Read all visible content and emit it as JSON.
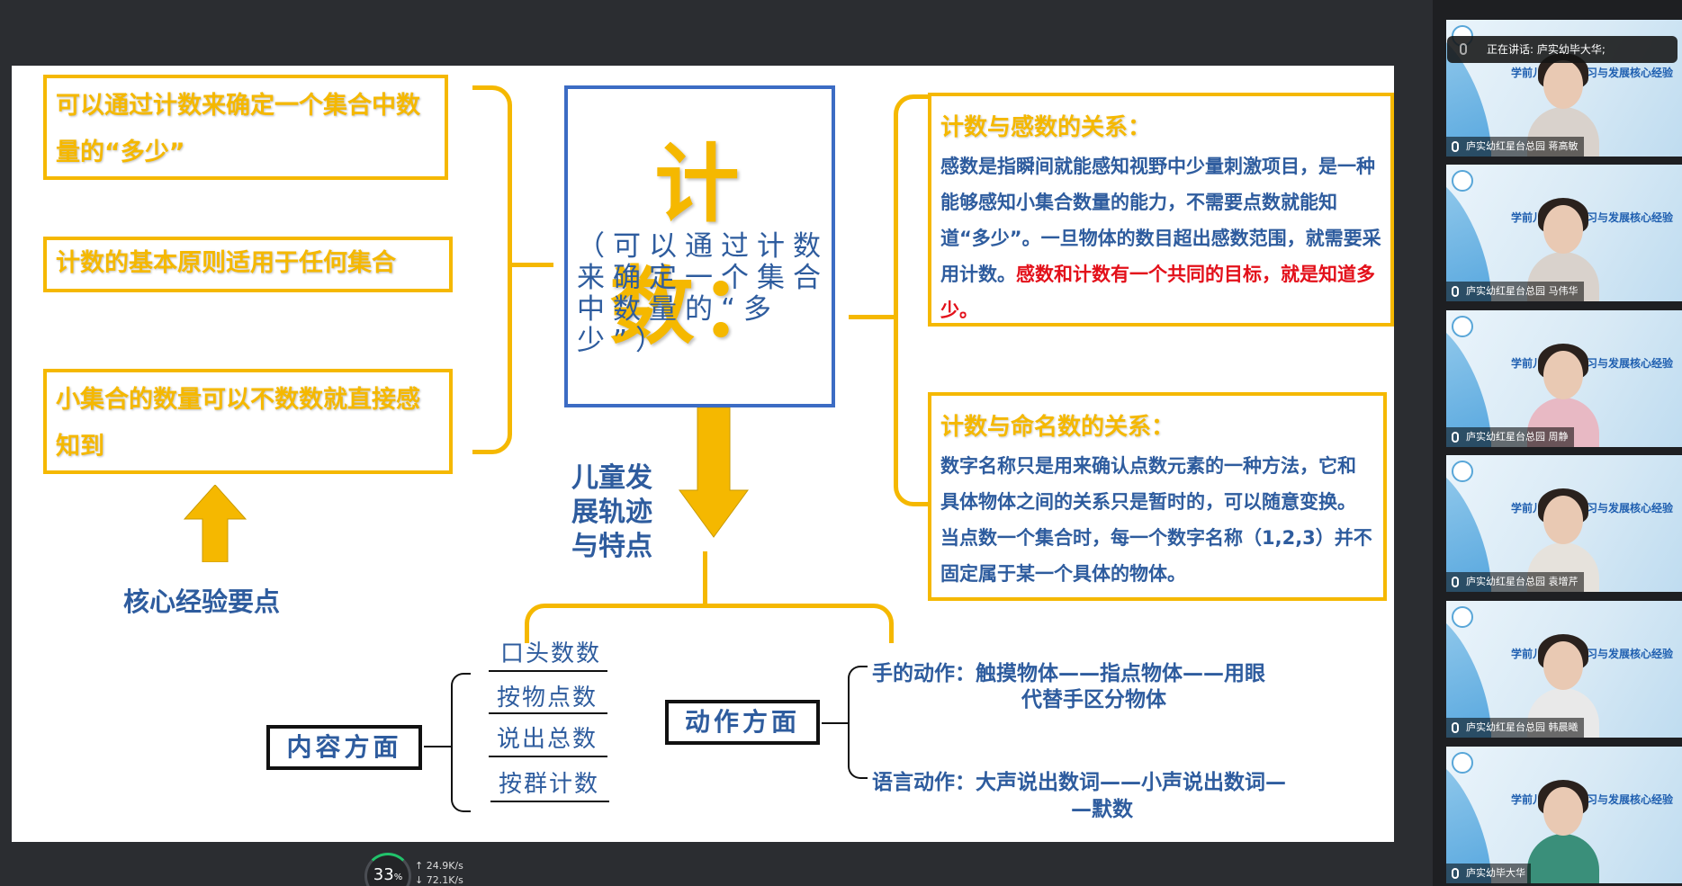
{
  "slide": {
    "left_boxes": [
      {
        "text": "可以通过计数来确定一个集合中数量的“多少”"
      },
      {
        "text": "计数的基本原则适用于任何集合"
      },
      {
        "text": "小集合的数量可以不数数就直接感知到"
      }
    ],
    "core_label": "核心经验要点",
    "center_title": "计数：",
    "center_subtitle": "（可以通过计数来确定一个集合中数量的“多少”）",
    "down_label": "儿童发展轨迹与特点",
    "right_boxes": [
      {
        "title": "计数与感数的关系：",
        "body": "感数是指瞬间就能感知视野中少量刺激项目，是一种能够感知小集合数量的能力，不需要点数就能知道“多少”。一旦物体的数目超出感数范围，就需要采用计数。",
        "highlight": "感数和计数有一个共同的目标，就是知道多少。"
      },
      {
        "title": "计数与命名数的关系：",
        "body": "数字名称只是用来确认点数元素的一种方法，它和具体物体之间的关系只是暂时的，可以随意变换。当点数一个集合时，每一个数字名称（1,2,3）并不固定属于某一个具体的物体。"
      }
    ],
    "content_box": "内容方面",
    "content_items": [
      "口头数数",
      "按物点数",
      "说出总数",
      "按群计数"
    ],
    "action_box": "动作方面",
    "actions": [
      {
        "line1": "手的动作：触摸物体——指点物体——用眼",
        "line2": "代替手区分物体"
      },
      {
        "line1": "语言动作：大声说出数词——小声说出数词—",
        "line2": "—默数"
      }
    ]
  },
  "panel": {
    "speaking": "正在讲话: 庐实幼毕大华;",
    "tiles": [
      {
        "name": "庐实幼红星台总园 蒋高敏",
        "title": "学前儿童数学学习与发展核心经验"
      },
      {
        "name": "庐实幼红星台总园 马伟华",
        "title": "学前儿童数学学习与发展核心经验"
      },
      {
        "name": "庐实幼红星台总园 周静",
        "title": "学前儿童数学学习与发展核心经验"
      },
      {
        "name": "庐实幼红星台总园 袁增芹",
        "title": "学前儿童数学学习与发展核心经验"
      },
      {
        "name": "庐实幼红星台总园 韩晨曦",
        "title": "学前儿童数学学习与发展核心经验"
      },
      {
        "name": "庐实幼毕大华",
        "title": "学前儿童数学学习与发展核心经验"
      }
    ]
  },
  "netstat": {
    "cpu": "33",
    "unit": "%",
    "up": "24.9K/s",
    "down": "72.1K/s"
  },
  "colors": {
    "accent_yellow": "#f5b800",
    "text_blue": "#2e5c9e",
    "box_blue": "#3c6cc4",
    "highlight_red": "#e3101a"
  }
}
